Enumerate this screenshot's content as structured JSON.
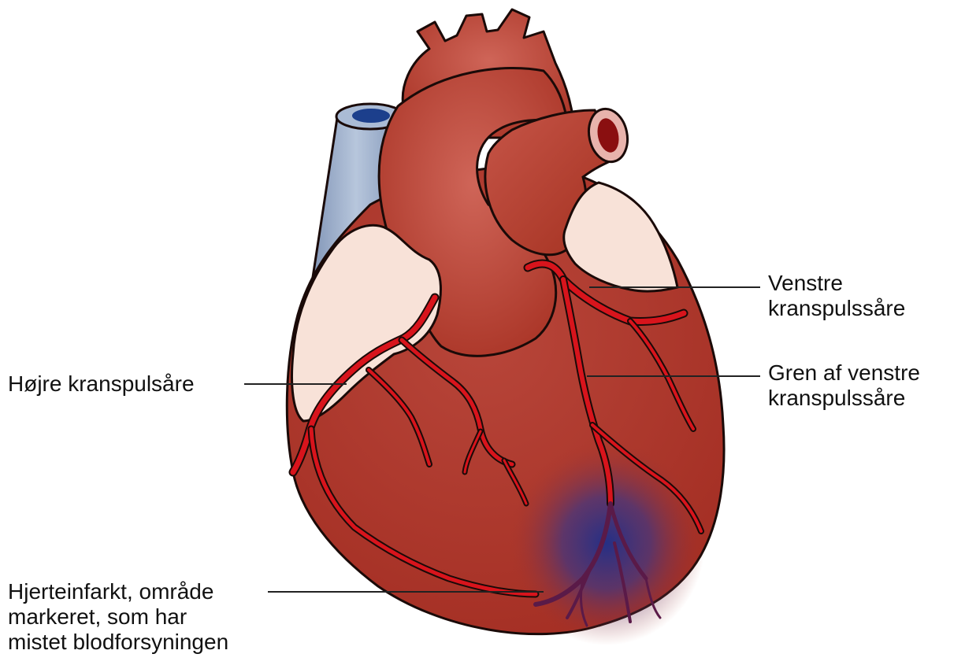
{
  "labels": {
    "left_coronary": [
      "Venstre",
      "kranspulssåre"
    ],
    "left_branch": [
      "Gren af venstre",
      "kranspulssåre"
    ],
    "right_coronary": [
      "Højre kranspulsåre"
    ],
    "infarct": [
      "Hjerteinfarkt, område",
      "markeret, som har",
      "mistet blodforsyningen"
    ]
  },
  "colors": {
    "heart_muscle": "#a83224",
    "heart_highlight": "#c4574a",
    "outline": "#1a0a08",
    "artery": "#d8141c",
    "fat": "#f8e2d8",
    "vena_cava": "#8fa3c2",
    "vena_cava_lumen": "#1c3f8c",
    "infarct": "#1e2f8a",
    "leader_line": "#222222"
  }
}
